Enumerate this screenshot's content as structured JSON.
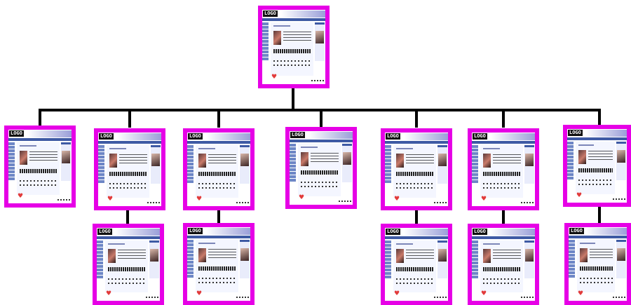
{
  "site": {
    "logo_text": "LOGO"
  },
  "colors": {
    "frame": "#e600e6",
    "connector": "#000000",
    "nav_blue": "#3e5aa4",
    "side_blue": "#6d86c6"
  },
  "tree": {
    "root": "home",
    "nodes": [
      {
        "id": "home",
        "parent": null
      },
      {
        "id": "page-1",
        "parent": "home"
      },
      {
        "id": "page-2",
        "parent": "home"
      },
      {
        "id": "page-3",
        "parent": "home"
      },
      {
        "id": "page-4",
        "parent": "home"
      },
      {
        "id": "page-5",
        "parent": "home"
      },
      {
        "id": "page-6",
        "parent": "home"
      },
      {
        "id": "page-7",
        "parent": "home"
      },
      {
        "id": "page-2-1",
        "parent": "page-2"
      },
      {
        "id": "page-3-1",
        "parent": "page-3"
      },
      {
        "id": "page-5-1",
        "parent": "page-5"
      },
      {
        "id": "page-6-1",
        "parent": "page-6"
      },
      {
        "id": "page-7-1",
        "parent": "page-7"
      }
    ]
  }
}
